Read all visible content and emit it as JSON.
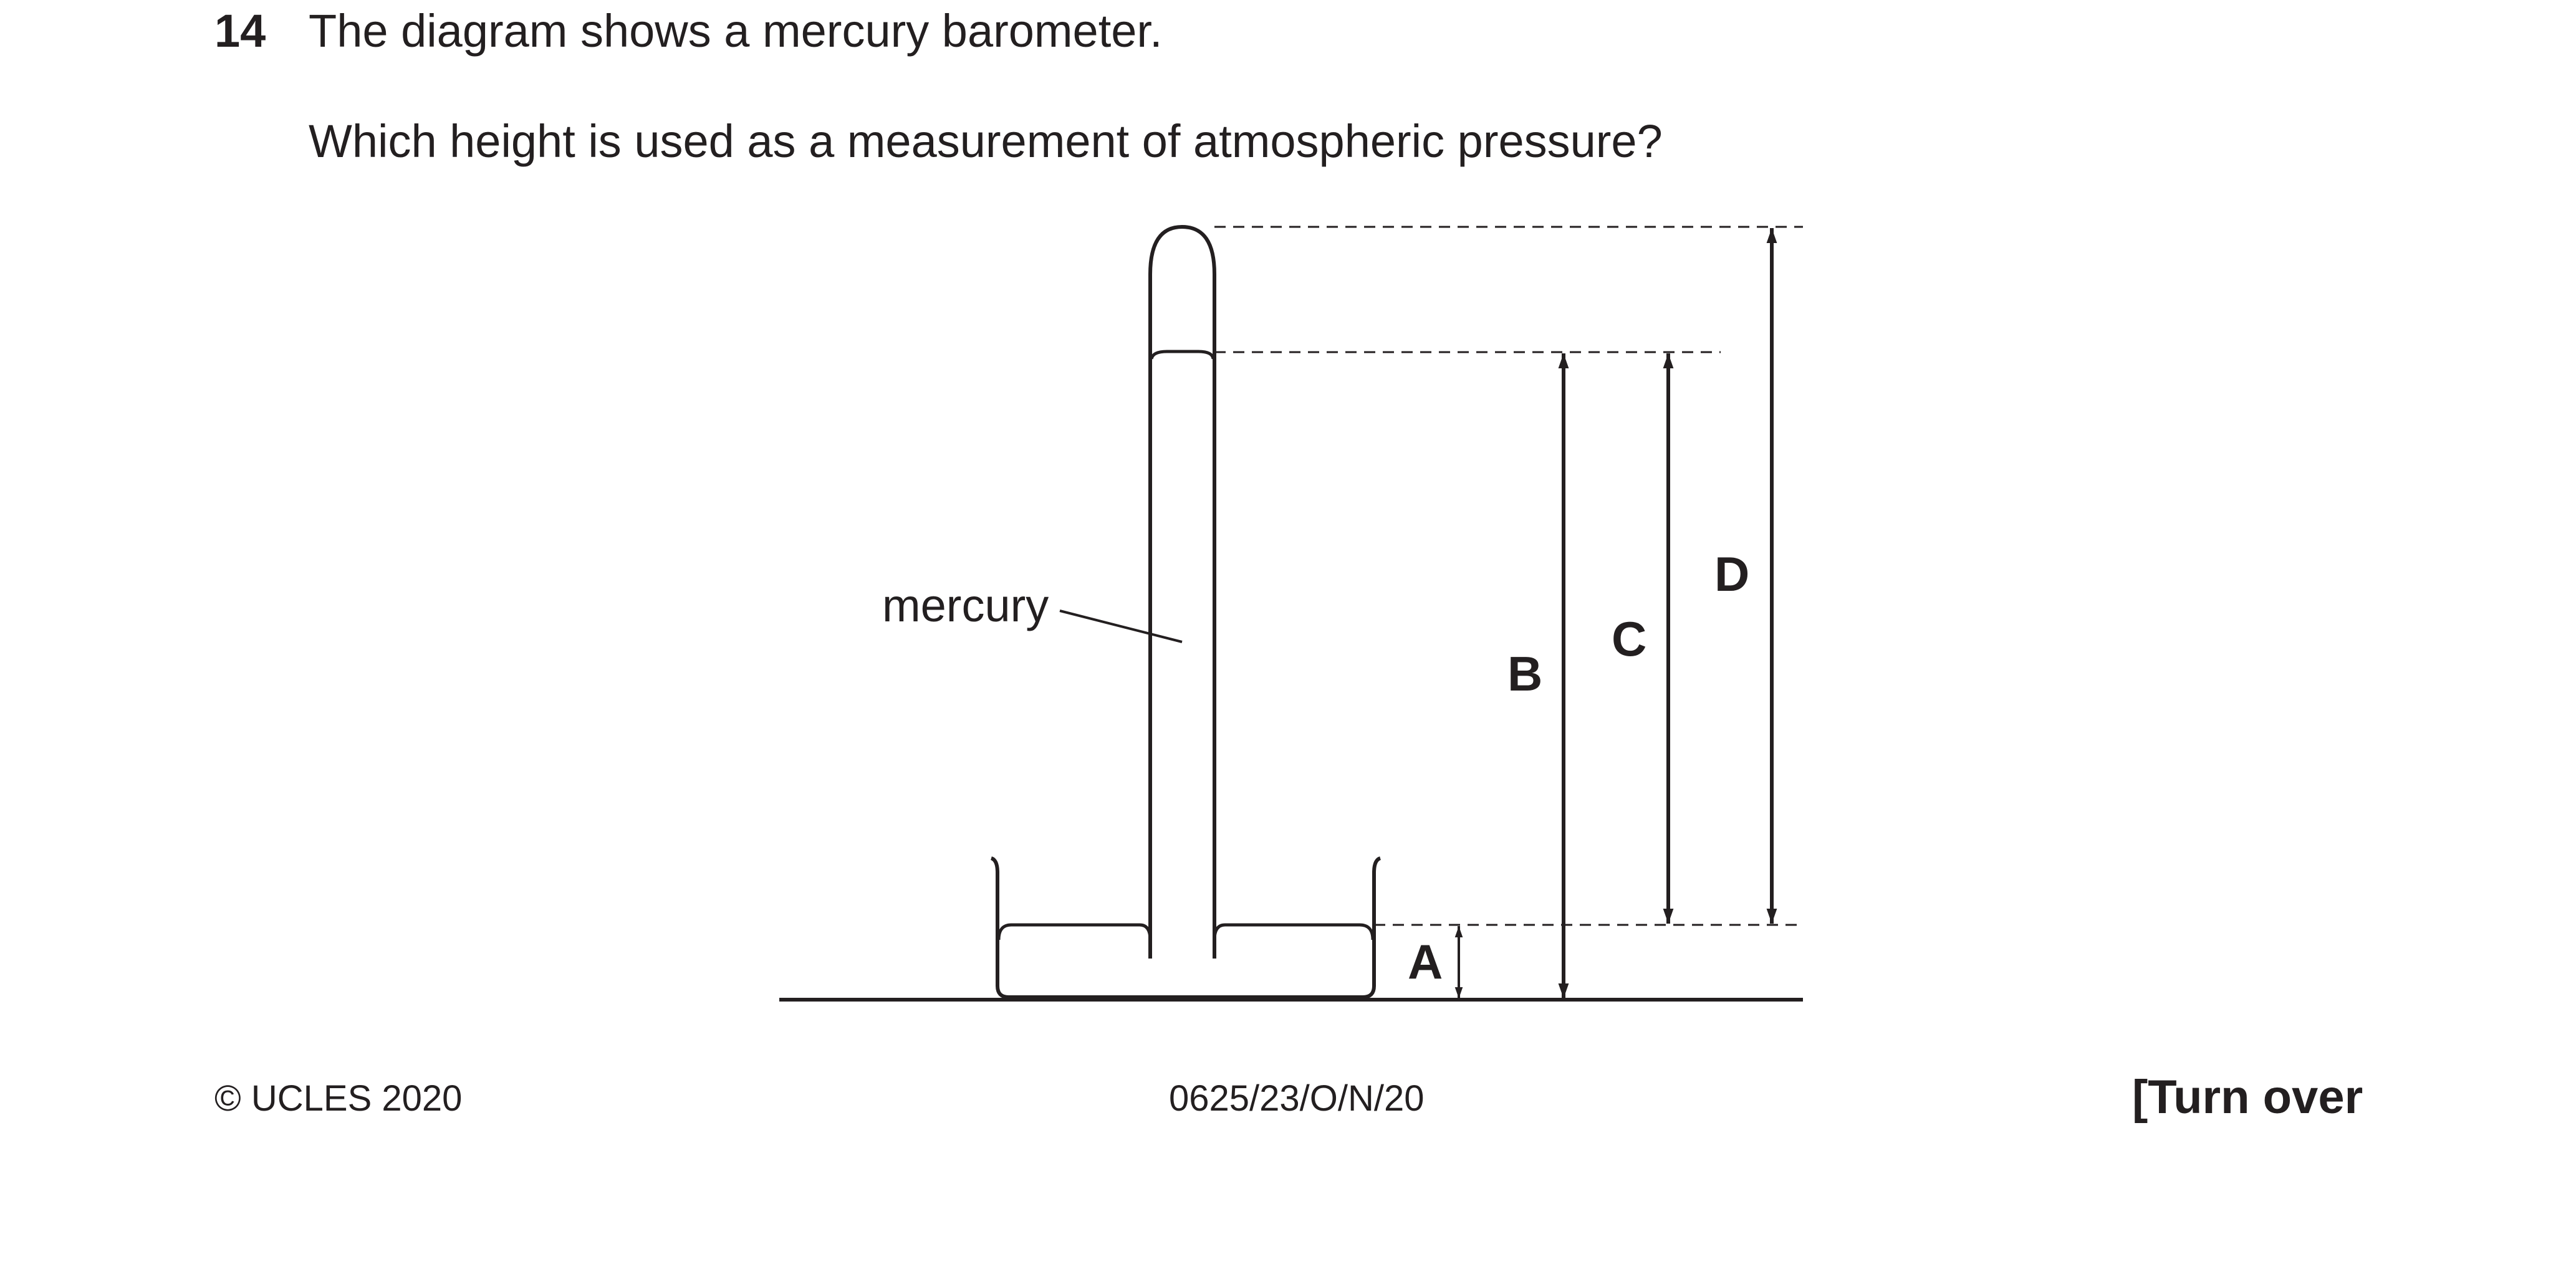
{
  "question": {
    "number": "14",
    "stem": "The diagram shows a mercury barometer.",
    "ask": "Which height is used as a measurement of atmospheric pressure?"
  },
  "diagram": {
    "mercury_label": "mercury",
    "option_labels": {
      "a": "A",
      "b": "B",
      "c": "C",
      "d": "D"
    }
  },
  "footer": {
    "copyright": "© UCLES 2020",
    "paper_code": "0625/23/O/N/20",
    "turn_over": "[Turn over"
  }
}
